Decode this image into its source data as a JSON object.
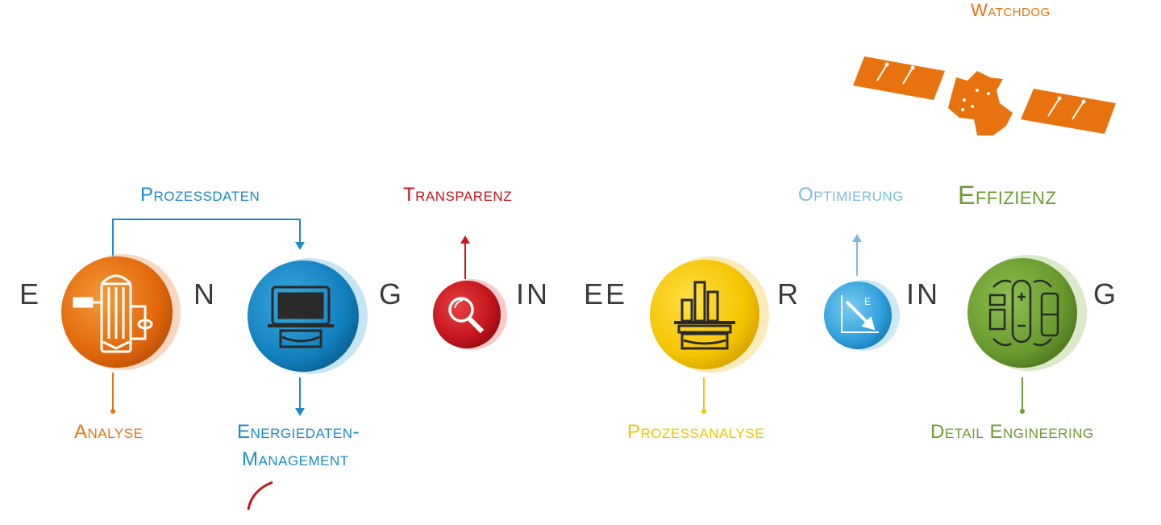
{
  "top": {
    "watchdog_label": "Watchdog"
  },
  "word_letters": {
    "e": "E",
    "n": "N",
    "g1": "G",
    "in1": "IN",
    "ee": "EE",
    "r": "R",
    "in2": "IN",
    "g2": "G"
  },
  "labels": {
    "prozessdaten": "Prozessdaten",
    "transparenz": "Transparenz",
    "optimierung": "Optimierung",
    "effizienz": "Effizienz",
    "analyse": "Analyse",
    "energiedaten_line1": "Energiedaten-",
    "energiedaten_line2": "Management",
    "prozessanalyse": "Prozessanalyse",
    "detail_engineering": "Detail Engineering"
  },
  "colors": {
    "orange": "#E8730E",
    "blue": "#1A8CC8",
    "red": "#C8141E",
    "yellow": "#F2C400",
    "light_blue": "#7DBCE0",
    "green": "#6E9B35",
    "dark_text": "#3a3a3a"
  },
  "icons": {
    "analyse": "heat-exchanger-icon",
    "energiedaten": "monitor-icon",
    "transparenz": "magnifier-icon",
    "prozessanalyse": "bar-chart-icon",
    "optimierung": "down-trend-chart-icon",
    "detail_engineering": "process-cycle-icon",
    "watchdog": "satellite-dog-icon"
  }
}
